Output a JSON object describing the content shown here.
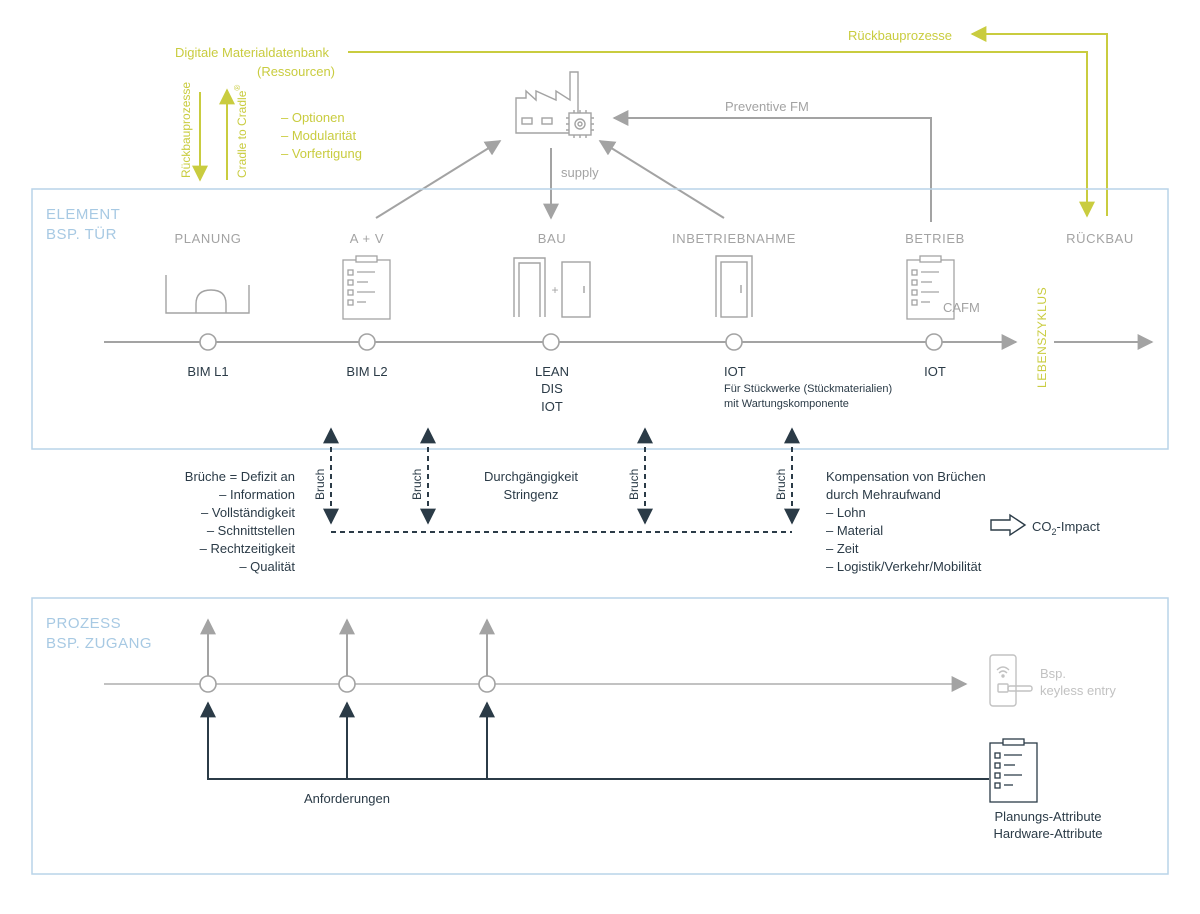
{
  "colors": {
    "yellow": "#c9cc3f",
    "gray": "#a3a3a3",
    "light_gray": "#c2c2c2",
    "dark": "#2b3b47",
    "box_border": "#b9d4e8",
    "box_title": "#a7c9e3"
  },
  "top": {
    "material_db": [
      "Digitale Materialdatenbank",
      "(Ressourcen)"
    ],
    "rueckbau_vertical": "Rückbauprozesse",
    "cradle_label": "Cradle to Cradle",
    "cradle_sup": "®",
    "options": [
      "– Optionen",
      "– Modularität",
      "– Vorfertigung"
    ],
    "rueckbau_top": "Rückbauprozesse",
    "supply": "supply",
    "preventive": "Preventive FM",
    "factory_icon": "factory-icon"
  },
  "element_box": {
    "title": [
      "ELEMENT",
      "BSP. TÜR"
    ],
    "phases": [
      "PLANUNG",
      "A + V",
      "BAU",
      "INBETRIEBNAHME",
      "BETRIEB",
      "RÜCKBAU"
    ],
    "bottom_labels": {
      "bim_l1": "BIM L1",
      "bim_l2": "BIM L2",
      "bau": [
        "LEAN",
        "DIS",
        "IOT"
      ],
      "inbetrieb": [
        "IOT",
        "Für Stückwerke (Stückmaterialien)",
        "mit Wartungskomponente"
      ],
      "betrieb": "IOT"
    },
    "cafm": "CAFM",
    "plus": "+",
    "lebenszyklus": "LEBENSZYKLUS"
  },
  "middle": {
    "bruch": "Bruch",
    "brueche": [
      "Brüche = Defizit an",
      "– Information",
      "– Vollständigkeit",
      "– Schnittstellen",
      "– Rechtzeitigkeit",
      "– Qualität"
    ],
    "durchgaengigkeit": [
      "Durchgängigkeit",
      "Stringenz"
    ],
    "kompensation": [
      "Kompensation von Brüchen",
      "durch Mehraufwand",
      "– Lohn",
      "– Material",
      "– Zeit",
      "– Logistik/Verkehr/Mobilität"
    ],
    "co2_prefix": "CO",
    "co2_sub": "2",
    "co2_suffix": "-Impact"
  },
  "prozess_box": {
    "title": [
      "PROZESS",
      "BSP. ZUGANG"
    ],
    "keyless": [
      "Bsp.",
      "keyless entry"
    ],
    "anforderungen": "Anforderungen",
    "attribute": [
      "Planungs-Attribute",
      "Hardware-Attribute"
    ]
  }
}
